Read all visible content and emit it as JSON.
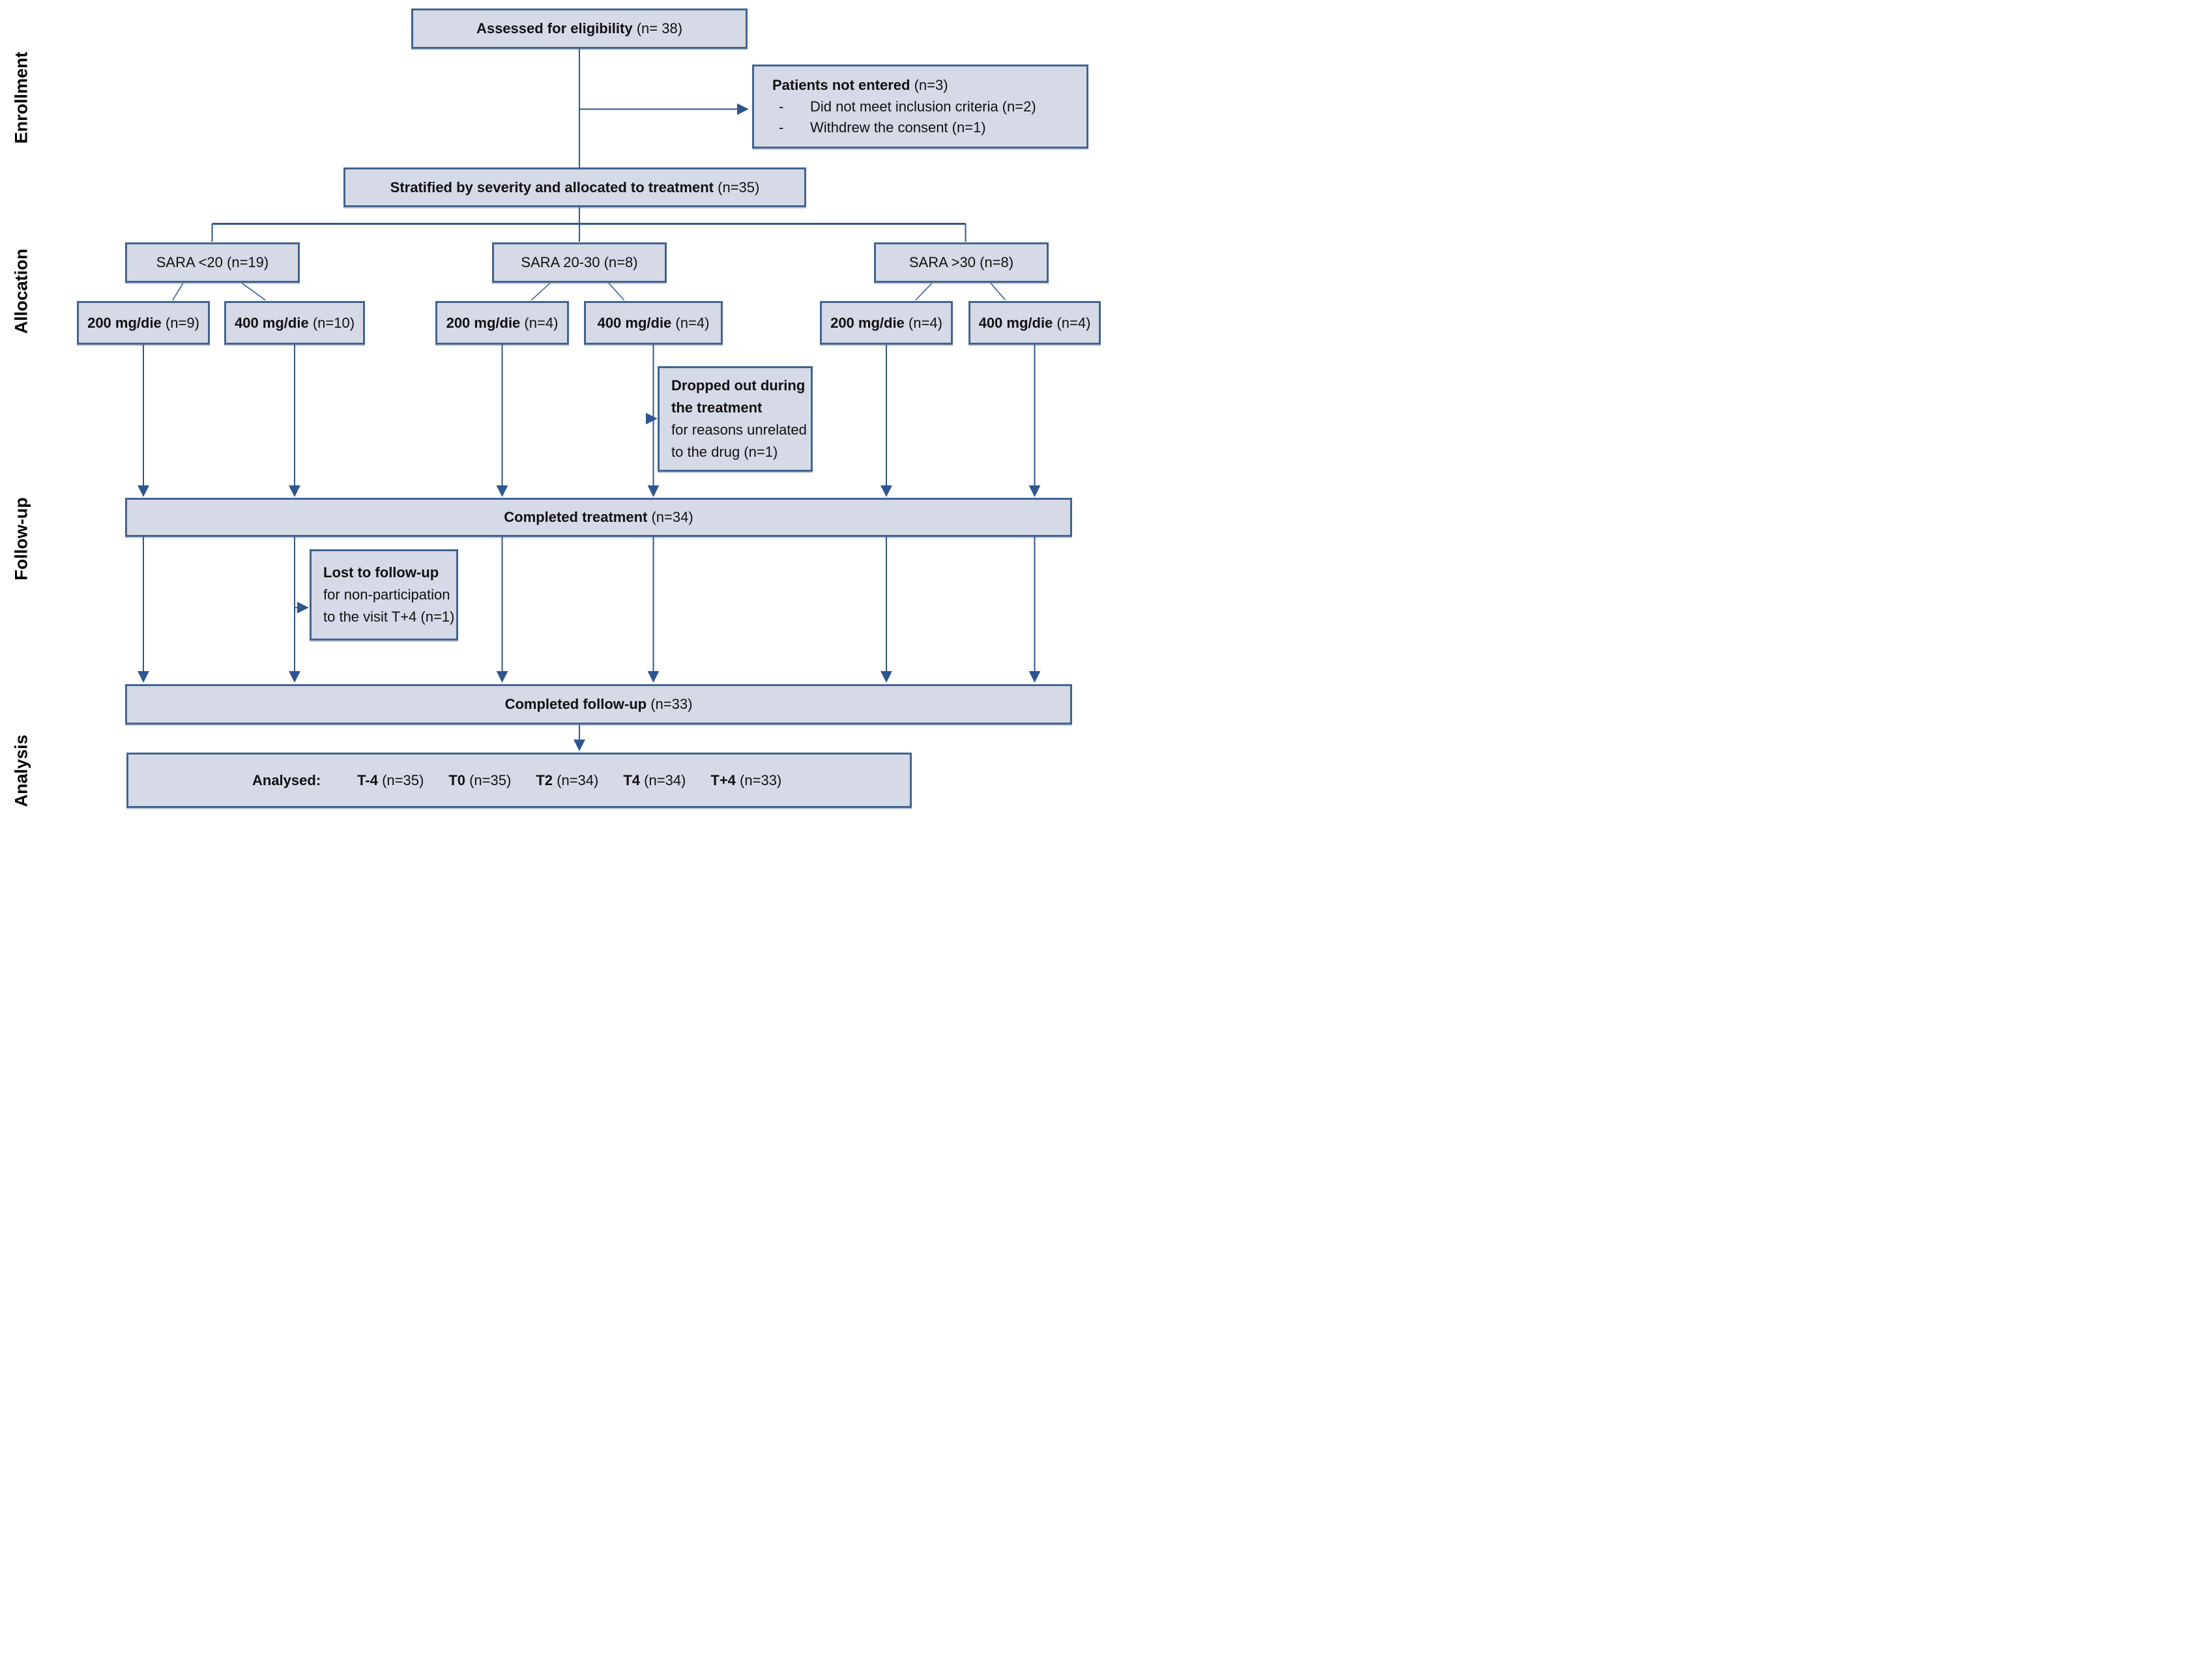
{
  "palette": {
    "box_fill": "#d6d9e6",
    "box_border": "#41648f",
    "connector": "#2d5591",
    "text": "#000000"
  },
  "section_labels": {
    "enrollment": "Enrollment",
    "allocation": "Allocation",
    "followup": "Follow-up",
    "analysis": "Analysis"
  },
  "bullet_char": "-",
  "boxes": {
    "assessed": {
      "label": "Assessed for eligibility",
      "n": "(n= 38)"
    },
    "not_entered": {
      "title": "Patients not entered",
      "n": "(n=3)",
      "items": [
        "Did not meet inclusion criteria (n=2)",
        "Withdrew the consent (n=1)"
      ]
    },
    "stratified": {
      "label": "Stratified by severity and allocated to treatment",
      "n": "(n=35)"
    },
    "sara": [
      {
        "label": "SARA <20",
        "n": "(n=19)"
      },
      {
        "label": "SARA 20-30",
        "n": "(n=8)"
      },
      {
        "label": "SARA >30",
        "n": "(n=8)"
      }
    ],
    "doses": [
      {
        "label": "200 mg/die",
        "n": "(n=9)"
      },
      {
        "label": "400 mg/die",
        "n": "(n=10)"
      },
      {
        "label": "200 mg/die",
        "n": "(n=4)"
      },
      {
        "label": "400 mg/die",
        "n": "(n=4)"
      },
      {
        "label": "200 mg/die",
        "n": "(n=4)"
      },
      {
        "label": "400 mg/die",
        "n": "(n=4)"
      }
    ],
    "dropped_out": {
      "line1": "Dropped out during",
      "line2": "the treatment",
      "line3": "for reasons unrelated",
      "line4": "to the drug (n=1)"
    },
    "completed_treatment": {
      "label": "Completed treatment",
      "n": "(n=34)"
    },
    "lost_followup": {
      "line1": "Lost to follow-up",
      "line2": "for non-participation",
      "line3": "to the visit T+4 (n=1)"
    },
    "completed_followup": {
      "label": "Completed follow-up",
      "n": "(n=33)"
    },
    "analysed": {
      "label": "Analysed:",
      "items": [
        {
          "t": "T-4",
          "n": "(n=35)"
        },
        {
          "t": "T0",
          "n": "(n=35)"
        },
        {
          "t": "T2",
          "n": "(n=34)"
        },
        {
          "t": "T4",
          "n": "(n=34)"
        },
        {
          "t": "T+4",
          "n": "(n=33)"
        }
      ]
    }
  }
}
